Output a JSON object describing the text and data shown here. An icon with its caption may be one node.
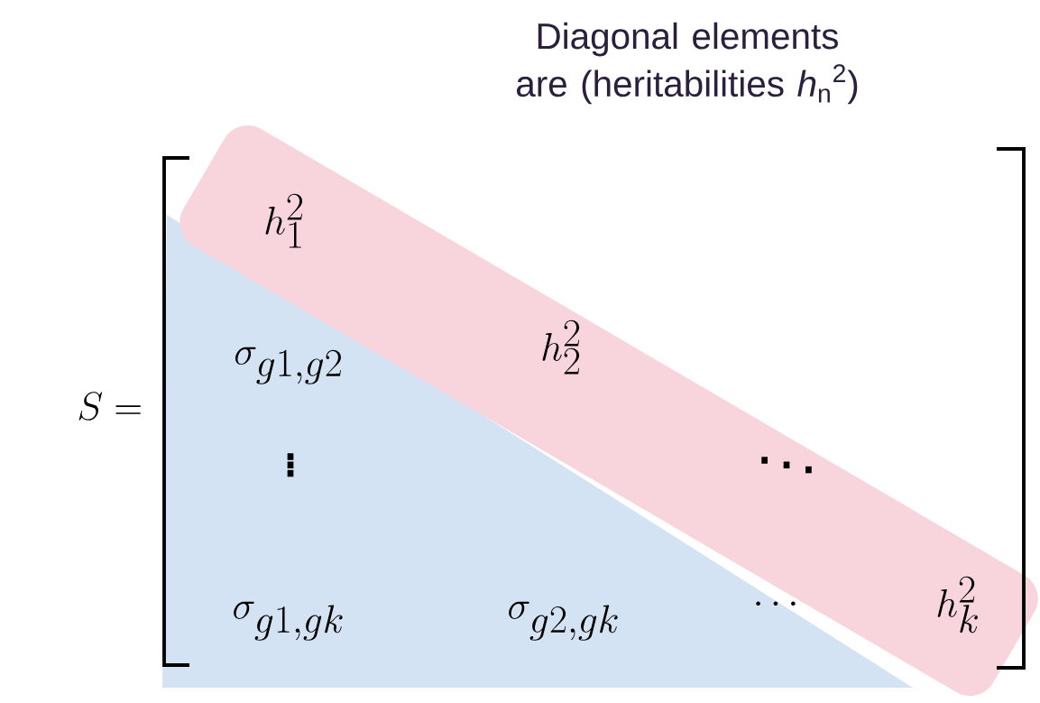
{
  "diagram": {
    "title": "Diagonal elements are (heritabilities *h*$_{n}$$^{2}$)",
    "nodes": [
      {
        "text": [
          "h_1^2",
          "h_2^2",
          "\\ddots",
          "h_k^2"
        ]
      },
      {
        "text": [
          "\\sigma_{g1,g2}",
          "\\vdots",
          "\\sigma_{g1,gk}",
          "\\sigma_{g2,gk}",
          "\\cdots"
        ]
      }
    ],
    "edges": [],
    "labels": [
      "S ="
    ]
  }
}
